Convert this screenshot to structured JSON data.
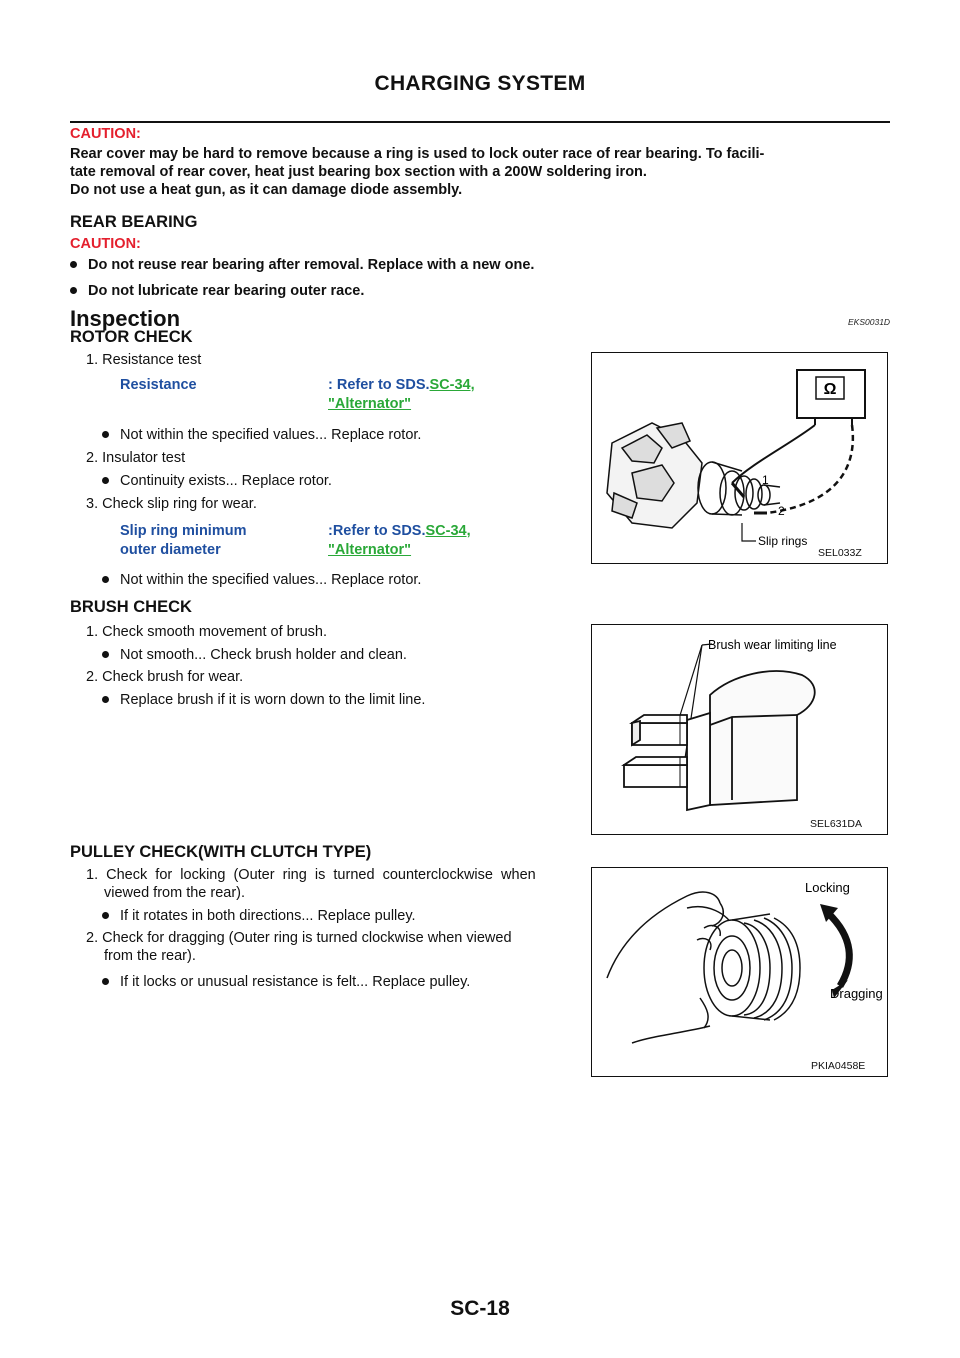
{
  "header": {
    "title": "CHARGING SYSTEM"
  },
  "intro": {
    "caution_label": "CAUTION:",
    "lines": [
      "Rear cover may be hard to remove because a ring is used to lock outer race of rear bearing. To facili-",
      "tate removal of rear cover, heat just bearing box section with a 200W soldering iron.",
      "Do not use a heat gun, as it can damage diode assembly."
    ]
  },
  "rear_bearing": {
    "heading": "REAR BEARING",
    "caution_label": "CAUTION:",
    "bullets": [
      "Do not reuse rear bearing after removal. Replace with a new one.",
      "Do not lubricate rear bearing outer race."
    ]
  },
  "inspection": {
    "heading": "Inspection",
    "code": "EKS0031D"
  },
  "rotor_check": {
    "heading": "ROTOR CHECK",
    "step1": "1.  Resistance test",
    "spec1_label": "Resistance",
    "spec1_value_prefix": ": Refer to SDS.",
    "spec1_link_line1": "SC-34, ",
    "spec1_link_line2": "\"Alternator\"",
    "bullet1": "Not within the specified values... Replace rotor.",
    "step2": "2.  Insulator test",
    "bullet2": "Continuity exists... Replace rotor.",
    "step3": "3.  Check slip ring for wear.",
    "spec2_label_line1": "Slip ring minimum",
    "spec2_label_line2": "outer diameter",
    "spec2_value_prefix": ":Refer to SDS.",
    "spec2_link_line1": "SC-34, ",
    "spec2_link_line2": "\"Alternator\"",
    "bullet3": "Not within the specified values... Replace rotor.",
    "figure": {
      "code": "SEL033Z",
      "ohm_symbol": "Ω",
      "label_1": "1",
      "label_2": "2",
      "label_slip": "Slip rings"
    }
  },
  "brush_check": {
    "heading": "BRUSH CHECK",
    "step1": "1.  Check smooth movement of brush.",
    "bullet1": "Not smooth... Check brush holder and clean.",
    "step2": "2.  Check brush for wear.",
    "bullet2": "Replace brush if it is worn down to the limit line.",
    "figure": {
      "code": "SEL631DA",
      "label": "Brush wear limiting line"
    }
  },
  "pulley_check": {
    "heading": "PULLEY CHECK(WITH CLUTCH TYPE)",
    "step1_line1": "1.  Check  for  locking  (Outer  ring  is  turned  counterclockwise  when",
    "step1_line2": "viewed from the rear).",
    "bullet1": "If it rotates in both directions... Replace pulley.",
    "step2_line1": "2.  Check for dragging (Outer ring is turned clockwise when viewed",
    "step2_line2": "from the rear).",
    "bullet2": "If it locks or unusual resistance is felt... Replace pulley.",
    "figure": {
      "code": "PKIA0458E",
      "label_locking": "Locking",
      "label_dragging": "Dragging"
    }
  },
  "footer": {
    "page_number": "SC-18"
  }
}
